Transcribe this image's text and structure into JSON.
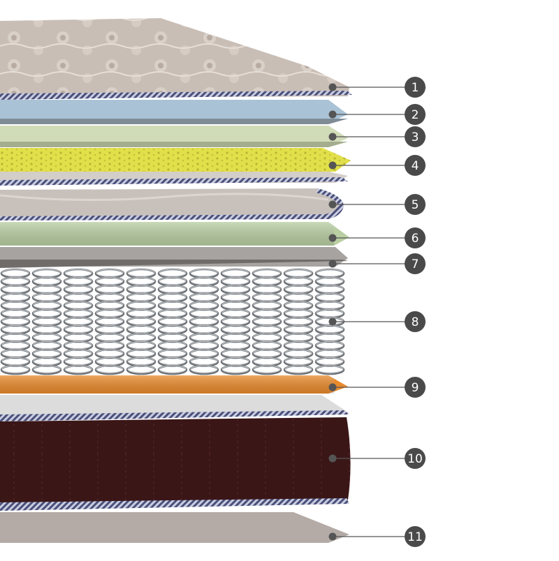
{
  "diagram": {
    "callouts": [
      {
        "number": "1"
      },
      {
        "number": "2"
      },
      {
        "number": "3"
      },
      {
        "number": "4"
      },
      {
        "number": "5"
      },
      {
        "number": "6"
      },
      {
        "number": "7"
      },
      {
        "number": "8"
      },
      {
        "number": "9"
      },
      {
        "number": "10"
      },
      {
        "number": "11"
      }
    ],
    "colors": {
      "quilted_top": "#c9beb6",
      "quilt_pattern": "#e7dfd8",
      "piping": "#4a4f7a",
      "memory_foam_blue": "#a9c2d6",
      "latex_green_light": "#d0dcb8",
      "yellow_foam": "#e2e04a",
      "comfort_layer": "#c8c1bb",
      "green_foam": "#b9cfa3",
      "felt_pad": "#a6a3a1",
      "spring_steel": "#7c8084",
      "orange_base": "#e88a2c",
      "dark_border": "#3a1617",
      "bottom_fabric": "#b4aaa6",
      "marker": "#555555",
      "badge": "#4a4a4a",
      "badge_text": "#ffffff"
    },
    "icons": {
      "marker": "dot-marker-icon",
      "badge": "numbered-circle-badge"
    }
  }
}
